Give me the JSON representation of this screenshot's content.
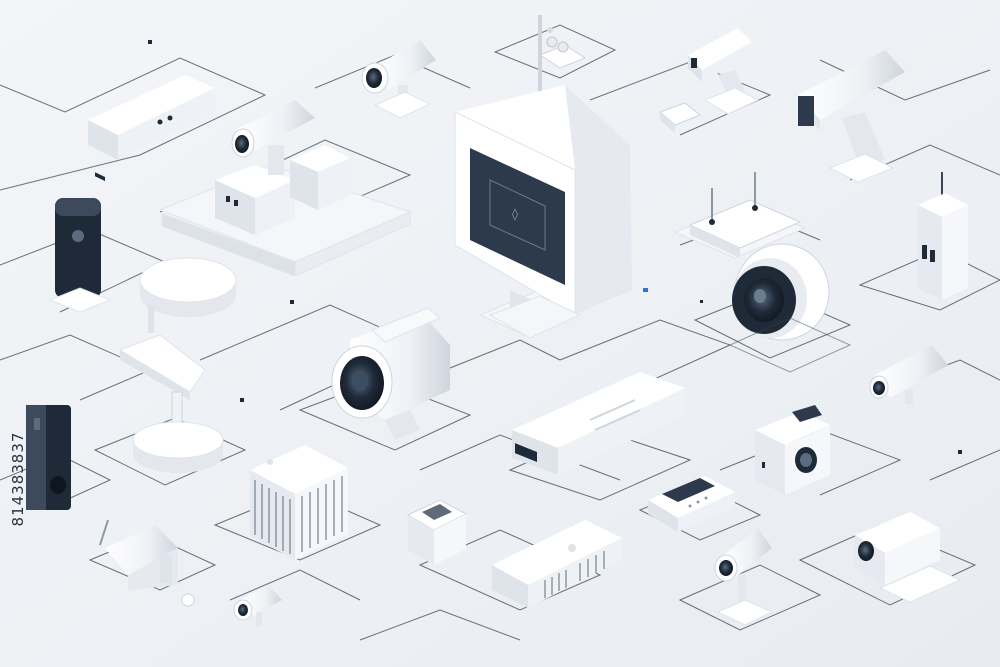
{
  "image": {
    "side_text": "814383837",
    "palette": {
      "background": "#eef1f5",
      "device_light": "#ffffff",
      "device_mid": "#dfe4ea",
      "device_shadow": "#c6ccd5",
      "device_dark": "#1f2a38",
      "screen": "#2c3a4c",
      "line": "#3a4350",
      "platform": "#f4f6f9",
      "accent": "#2f6fe0"
    },
    "objects": [
      "monitor-with-antenna",
      "dome-camera",
      "bullet-camera",
      "network-router",
      "motion-sensor",
      "video-doorbell",
      "door-lock",
      "dvr-recorder",
      "speaker-box",
      "smart-plug",
      "control-panel"
    ]
  }
}
